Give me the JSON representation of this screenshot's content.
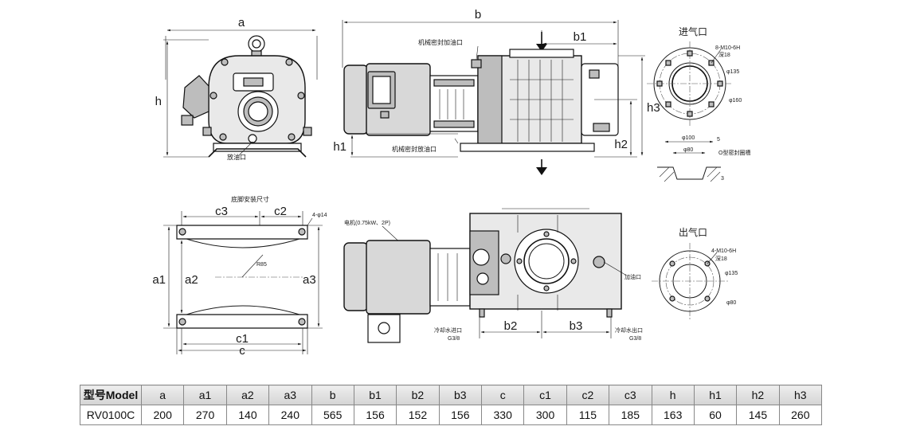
{
  "labels": {
    "dim_a": "a",
    "dim_b": "b",
    "dim_b1": "b1",
    "dim_h": "h",
    "dim_h1": "h1",
    "dim_h2": "h2",
    "dim_h3": "h3",
    "dim_c3": "c3",
    "dim_c2": "c2",
    "dim_a1": "a1",
    "dim_a2": "a2",
    "dim_a3": "a3",
    "dim_c1": "c1",
    "dim_c": "c",
    "dim_b2": "b2",
    "dim_b3": "b3",
    "mech_seal_oil_fill": "机械密封加油口",
    "mech_seal_oil_drain": "机械密封放油口",
    "oil_drain": "放油口",
    "foot_mount_title": "底脚安装尺寸",
    "bolt_holes": "4-φ14",
    "radius": "R85",
    "motor_spec": "电机(0.75kW、2P)",
    "oil_fill": "加油口",
    "cooling_in": "冷却水进口",
    "cooling_in_thread": "G3/8",
    "cooling_out": "冷却水出口",
    "cooling_out_thread": "G3/8",
    "inlet_title": "进气口",
    "inlet_thread": "8-M10-6H",
    "inlet_depth": "深18",
    "inlet_d135": "φ135",
    "inlet_d160": "φ160",
    "inlet_d100": "φ100",
    "inlet_d80": "φ80",
    "inlet_5": "5",
    "inlet_oring": "O型密封圈槽",
    "inlet_3": "3",
    "outlet_title": "出气口",
    "outlet_thread": "4-M10-6H",
    "outlet_depth": "深18",
    "outlet_d135": "φ135",
    "outlet_d80": "φ80"
  },
  "table": {
    "headers": [
      "型号Model",
      "a",
      "a1",
      "a2",
      "a3",
      "b",
      "b1",
      "b2",
      "b3",
      "c",
      "c1",
      "c2",
      "c3",
      "h",
      "h1",
      "h2",
      "h3"
    ],
    "rows": [
      [
        "RV0100C",
        "200",
        "270",
        "140",
        "240",
        "565",
        "156",
        "152",
        "156",
        "330",
        "300",
        "115",
        "185",
        "163",
        "60",
        "145",
        "260"
      ]
    ]
  }
}
